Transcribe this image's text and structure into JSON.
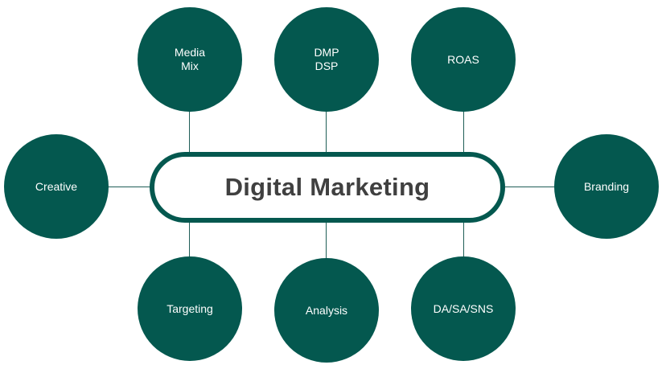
{
  "center": {
    "label": "Digital Marketing"
  },
  "nodes": {
    "media_mix": "Media\nMix",
    "dmp_dsp": "DMP\nDSP",
    "roas": "ROAS",
    "creative": "Creative",
    "branding": "Branding",
    "targeting": "Targeting",
    "analysis": "Analysis",
    "da_sa_sns": "DA/SA/SNS"
  },
  "colors": {
    "node_fill": "#04584f",
    "center_text": "#404040",
    "connector": "#1f5e57"
  }
}
